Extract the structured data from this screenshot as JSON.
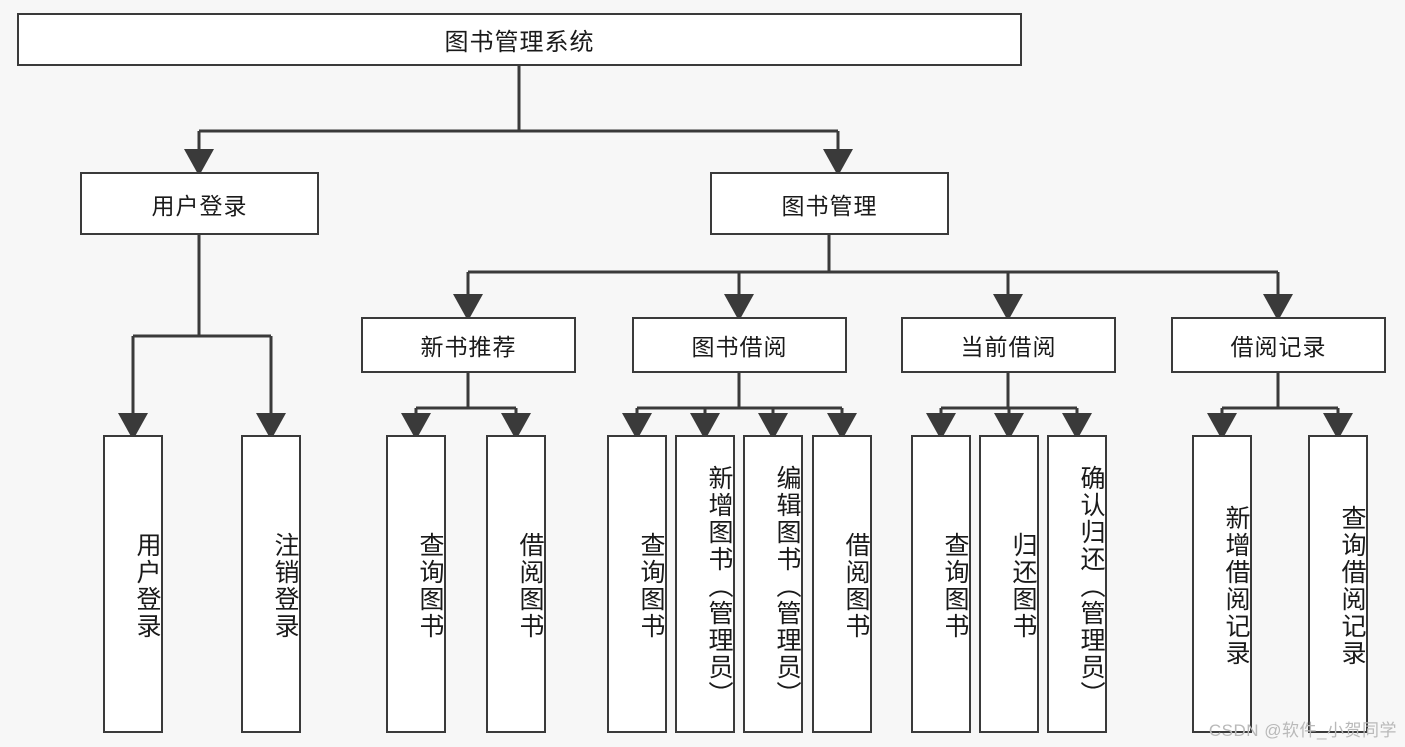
{
  "diagram": {
    "title": "图书管理系统",
    "type": "tree",
    "watermark": "CSDN @软件_小贺同学",
    "colors": {
      "background": "#f7f7f7",
      "node_fill": "#ffffff",
      "border": "#3a3a3a",
      "edge": "#3a3a3a",
      "text": "#1a1a1a",
      "watermark": "#b9b9b9"
    },
    "nodes": {
      "root": {
        "label": "图书管理系统"
      },
      "level1": [
        {
          "id": "user-login",
          "label": "用户登录"
        },
        {
          "id": "book-manage",
          "label": "图书管理"
        }
      ],
      "level2": [
        {
          "id": "new-book-recommend",
          "label": "新书推荐"
        },
        {
          "id": "book-borrow",
          "label": "图书借阅"
        },
        {
          "id": "current-borrow",
          "label": "当前借阅"
        },
        {
          "id": "borrow-record",
          "label": "借阅记录"
        }
      ],
      "leaves": {
        "user-login": [
          {
            "id": "leaf-user-login",
            "label": "用户登录"
          },
          {
            "id": "leaf-logout-login",
            "label": "注销登录"
          }
        ],
        "new-book-recommend": [
          {
            "id": "leaf-query-book-1",
            "label": "查询图书"
          },
          {
            "id": "leaf-borrow-book-1",
            "label": "借阅图书"
          }
        ],
        "book-borrow": [
          {
            "id": "leaf-query-book-2",
            "label": "查询图书"
          },
          {
            "id": "leaf-add-book",
            "label": "新增图书（管理员）"
          },
          {
            "id": "leaf-edit-book",
            "label": "编辑图书（管理员）"
          },
          {
            "id": "leaf-borrow-book-2",
            "label": "借阅图书"
          }
        ],
        "current-borrow": [
          {
            "id": "leaf-query-book-3",
            "label": "查询图书"
          },
          {
            "id": "leaf-return-book",
            "label": "归还图书"
          },
          {
            "id": "leaf-confirm-return",
            "label": "确认归还（管理员）"
          }
        ],
        "borrow-record": [
          {
            "id": "leaf-add-record",
            "label": "新增借阅记录"
          },
          {
            "id": "leaf-query-record",
            "label": "查询借阅记录"
          }
        ]
      }
    }
  }
}
